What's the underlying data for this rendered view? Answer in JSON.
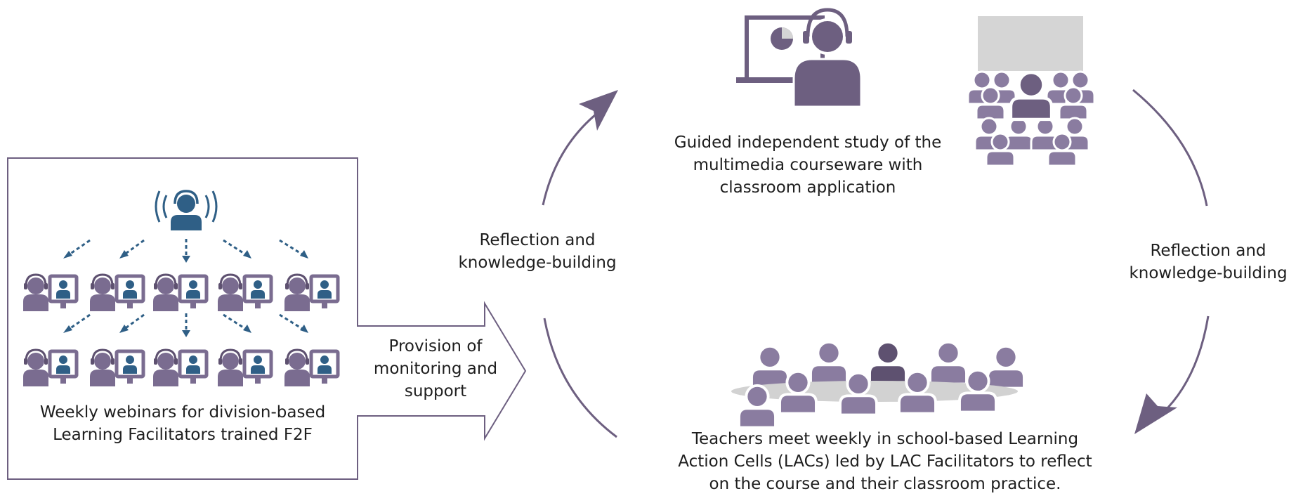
{
  "diagram": {
    "colors": {
      "accent": "#6d5f80",
      "people": "#8a7ca0",
      "people_dark": "#5e5170",
      "webinar_blue": "#2f5f86",
      "screen_gray": "#d5d5d5",
      "table_gray": "#d2d2d2",
      "box_border": "#6d5f80"
    },
    "icons": [
      "broadcasting-headset-icon",
      "person-with-monitor-icon",
      "laptop-headset-icon",
      "audience-icon",
      "meeting-table-icon"
    ],
    "labels": {
      "webinar_caption": [
        "Weekly webinars for division-based",
        "Learning Facilitators trained F2F"
      ],
      "provision": [
        "Provision of",
        "monitoring and",
        "support"
      ],
      "reflection_left": [
        "Reflection and",
        "knowledge-building"
      ],
      "independent_study": [
        "Guided independent study of the",
        "multimedia courseware with",
        "classroom application"
      ],
      "reflection_right": [
        "Reflection and",
        "knowledge-building"
      ],
      "lac_meeting": [
        "Teachers meet weekly in school-based Learning",
        "Action Cells (LACs) led by LAC Facilitators to reflect",
        "on the course and their classroom practice."
      ]
    }
  }
}
